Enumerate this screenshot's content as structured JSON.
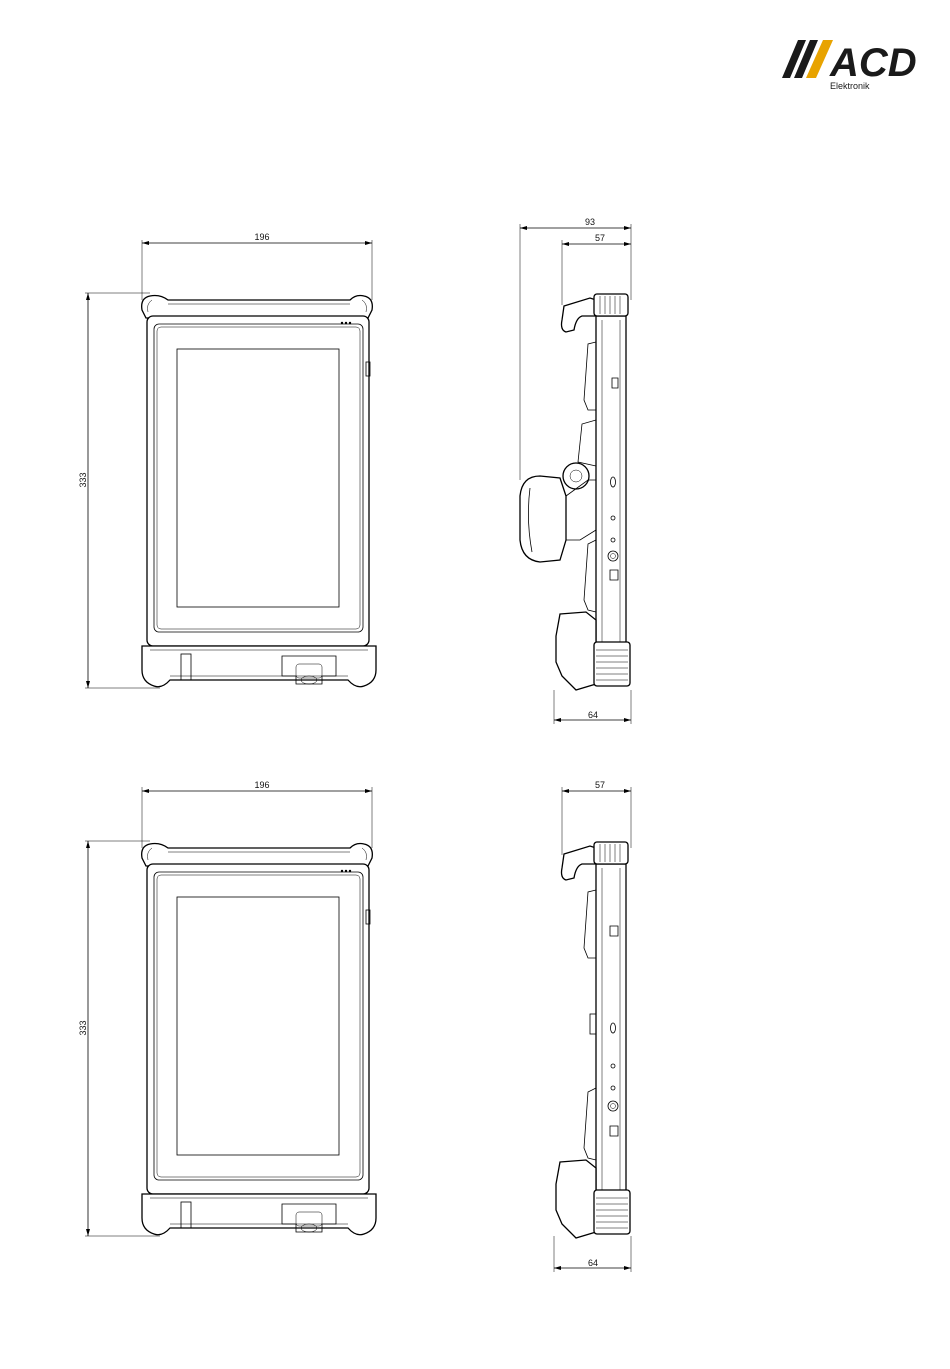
{
  "brand": {
    "name": "ACD",
    "subtitle": "Elektronik",
    "accent_color": "#e8a300",
    "dark_color": "#1a1a1a"
  },
  "views": {
    "front_top": {
      "width_label": "196",
      "height_label": "333"
    },
    "side_top": {
      "total_depth_label": "93",
      "depth_label": "57",
      "bottom_depth_label": "64"
    },
    "front_bottom": {
      "width_label": "196",
      "height_label": "333"
    },
    "side_bottom": {
      "depth_label": "57",
      "bottom_depth_label": "64"
    }
  }
}
